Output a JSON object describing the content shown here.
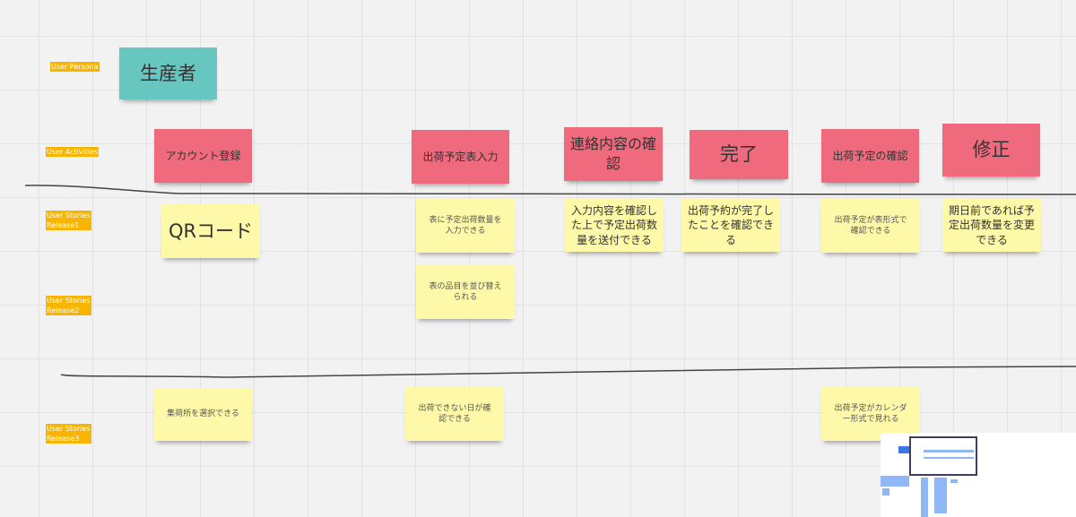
{
  "row_labels": {
    "persona": "User Persona",
    "activities": "User Activities",
    "release1": "User Stories\nRelease1",
    "release2": "User Stories\nRelease2",
    "release3": "User Stories\nRelease3"
  },
  "persona": "生産者",
  "activities": [
    "アカウント登録",
    "出荷予定表入力",
    "連絡内容の確認",
    "完了",
    "出荷予定の確認",
    "修正"
  ],
  "release1": [
    "QRコード",
    "表に予定出荷数量を入力できる",
    "入力内容を確認した上で予定出荷数量を送付できる",
    "出荷予約が完了したことを確認できる",
    "出荷予定が表形式で確認できる",
    "期日前であれば予定出荷数量を変更できる"
  ],
  "release2": [
    "表の品目を並び替えられる"
  ],
  "release3": [
    "集荷所を選択できる",
    "出荷できない日が確認できる",
    "出荷予定がカレンダー形式で見れる"
  ],
  "colors": {
    "persona": "#67c6c0",
    "activity": "#ee6a7c",
    "story": "#fef9a8",
    "label": "#f7b500"
  }
}
